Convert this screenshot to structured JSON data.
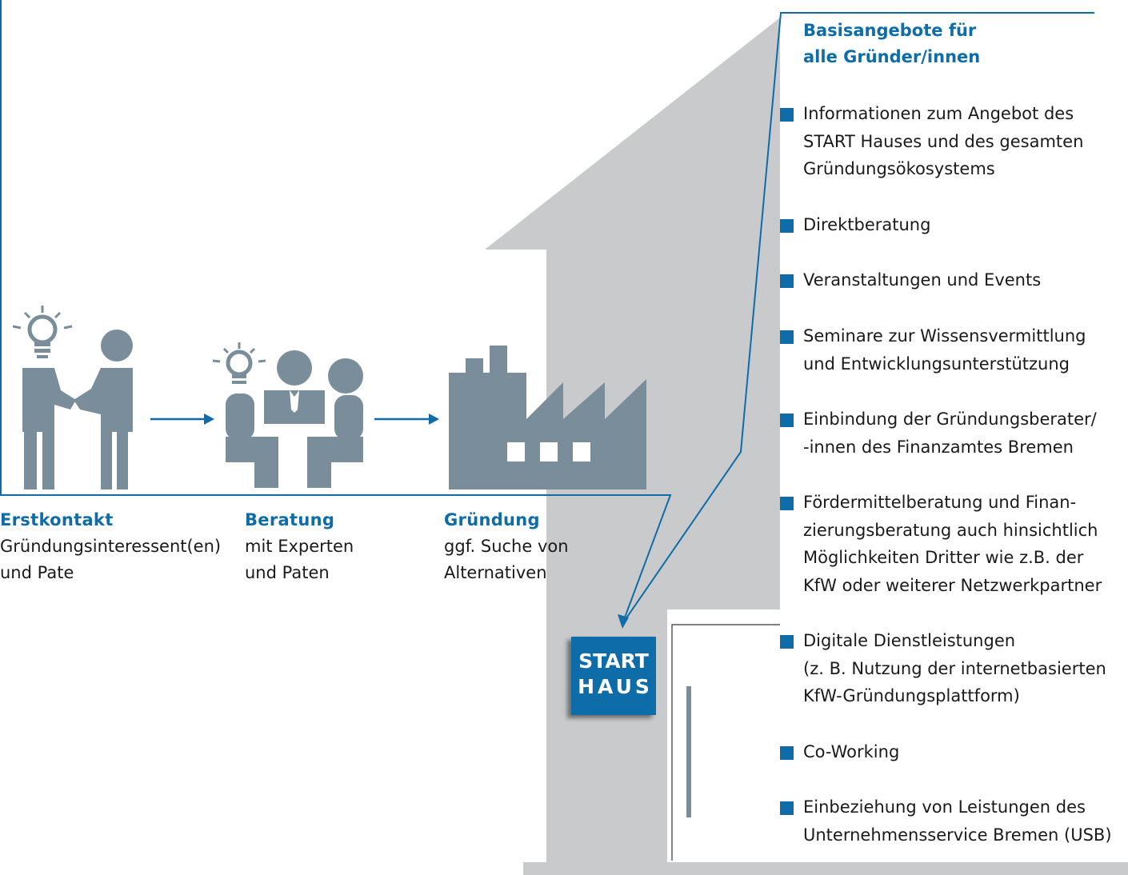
{
  "steps": [
    {
      "title": "Erstkontakt",
      "lines": [
        "Gründungsinteressent(en)",
        "und Pate"
      ]
    },
    {
      "title": "Beratung",
      "lines": [
        "mit Experten",
        "und Paten"
      ]
    },
    {
      "title": "Gründung",
      "lines": [
        "ggf. Suche von",
        "Alternativen"
      ]
    }
  ],
  "offers": {
    "heading": [
      "Basisangebote für",
      "alle Gründer/innen"
    ],
    "items": [
      {
        "lines": [
          "Informationen zum Angebot des",
          "START Hauses und des gesamten",
          "Gründungsökosystems"
        ]
      },
      {
        "lines": [
          "Direktberatung"
        ]
      },
      {
        "lines": [
          "Veranstaltungen und Events"
        ]
      },
      {
        "lines": [
          "Seminare zur Wissensvermittlung",
          "und Entwicklungsunterstützung"
        ]
      },
      {
        "lines": [
          "Einbindung der Gründungsberater/",
          "-innen des Finanzamtes Bremen"
        ]
      },
      {
        "lines": [
          "Fördermittelberatung und Finan-",
          "zierungsberatung auch hinsichtlich",
          "Möglichkeiten Dritter wie z.B. der",
          "KfW oder weiterer Netzwerkpartner"
        ]
      },
      {
        "lines": [
          "Digitale Dienstleistungen",
          "(z. B. Nutzung der internetbasierten",
          "KfW-Gründungsplattform)"
        ]
      },
      {
        "lines": [
          "Co-Working"
        ]
      },
      {
        "lines": [
          "Einbeziehung von Leistungen des",
          "Unternehmensservice Bremen (USB)"
        ]
      }
    ]
  },
  "badge": {
    "line1": "START",
    "line2": "HAUS"
  },
  "colors": {
    "accent": "#0e6ca8",
    "icon": "#7a8d9a",
    "house": "#c9cacb"
  },
  "icons": [
    "handshake-with-idea-icon",
    "consultation-meeting-icon",
    "factory-icon",
    "arrow-right-icon",
    "lightbulb-icon",
    "door-icon"
  ]
}
